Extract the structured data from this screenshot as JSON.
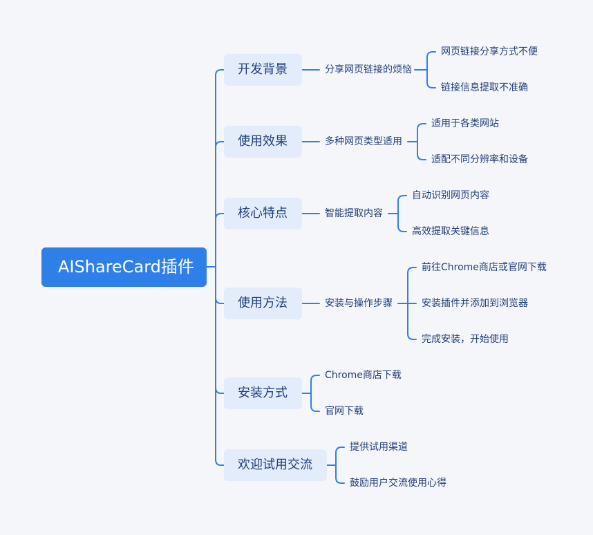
{
  "root": {
    "label": "AIShareCard插件"
  },
  "branches": [
    {
      "label": "开发背景",
      "sub": "分享网页链接的烦恼",
      "leaves": [
        "网页链接分享方式不便",
        "链接信息提取不准确"
      ]
    },
    {
      "label": "使用效果",
      "sub": "多种网页类型适用",
      "leaves": [
        "适用于各类网站",
        "适配不同分辨率和设备"
      ]
    },
    {
      "label": "核心特点",
      "sub": "智能提取内容",
      "leaves": [
        "自动识别网页内容",
        "高效提取关键信息"
      ]
    },
    {
      "label": "使用方法",
      "sub": "安装与操作步骤",
      "leaves": [
        "前往Chrome商店或官网下载",
        "安装插件并添加到浏览器",
        "完成安装，开始使用"
      ]
    },
    {
      "label": "安装方式",
      "sub": null,
      "leaves": [
        "Chrome商店下载",
        "官网下载"
      ]
    },
    {
      "label": "欢迎试用交流",
      "sub": null,
      "leaves": [
        "提供试用渠道",
        "鼓励用户交流使用心得"
      ]
    }
  ],
  "colors": {
    "line": "#2f7fe9",
    "root_bg": "#2f7fe9",
    "branch_bg": "#e3ecfb",
    "text": "#1f3f78",
    "background": "#f5f6fa"
  }
}
